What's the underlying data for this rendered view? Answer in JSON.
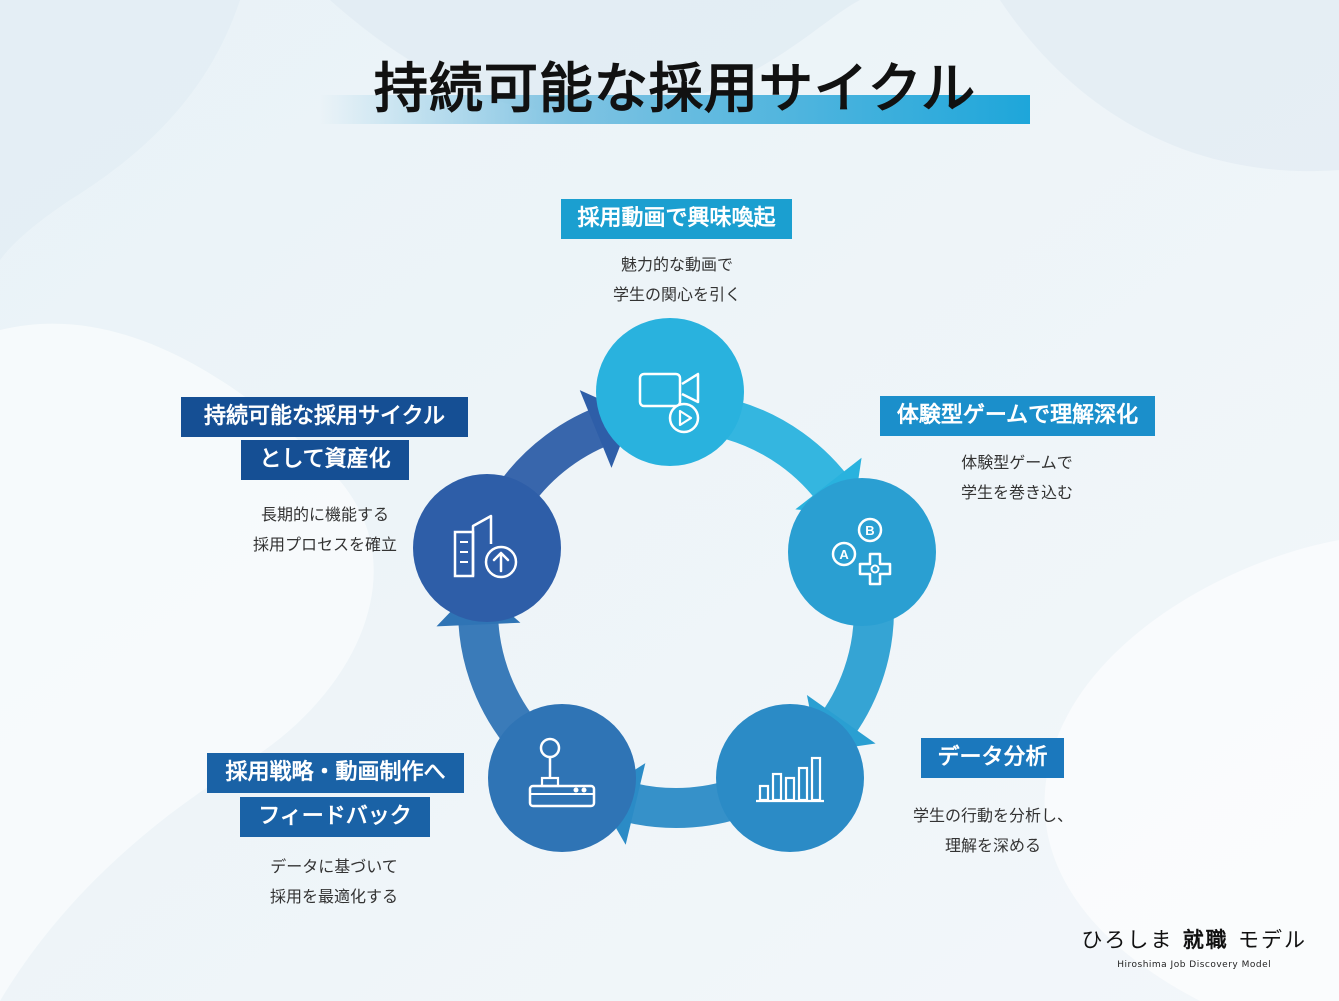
{
  "title": "持続可能な採用サイクル",
  "steps": [
    {
      "label": "採用動画で興味喚起",
      "desc": [
        "魅力的な動画で",
        "学生の関心を引く"
      ],
      "icon": "video-camera-icon",
      "color": "#29b2de"
    },
    {
      "label": "体験型ゲームで理解深化",
      "desc": [
        "体験型ゲームで",
        "学生を巻き込む"
      ],
      "icon": "game-buttons-icon",
      "color": "#2a9fd2"
    },
    {
      "label": "データ分析",
      "desc": [
        "学生の行動を分析し、",
        "理解を深める"
      ],
      "icon": "bar-chart-icon",
      "color": "#2b8bc6"
    },
    {
      "label_lines": [
        "採用戦略・動画制作へ",
        "フィードバック"
      ],
      "desc": [
        "データに基づいて",
        "採用を最適化する"
      ],
      "icon": "joystick-icon",
      "color": "#2f74b5"
    },
    {
      "label_lines": [
        "持続可能な採用サイクル",
        "として資産化"
      ],
      "desc": [
        "長期的に機能する",
        "採用プロセスを確立"
      ],
      "icon": "building-growth-icon",
      "color": "#2e5ea8"
    }
  ],
  "brand": {
    "name_a": "ひろしま",
    "name_b": "就職",
    "name_c": "モデル",
    "tagline": "Hiroshima Job Discovery Model"
  },
  "colors": {
    "accent": "#1ea6da",
    "label_cyan": "#1b9fd0",
    "label_mid": "#1b78bd",
    "label_dark": "#154f94",
    "text": "#111111"
  }
}
